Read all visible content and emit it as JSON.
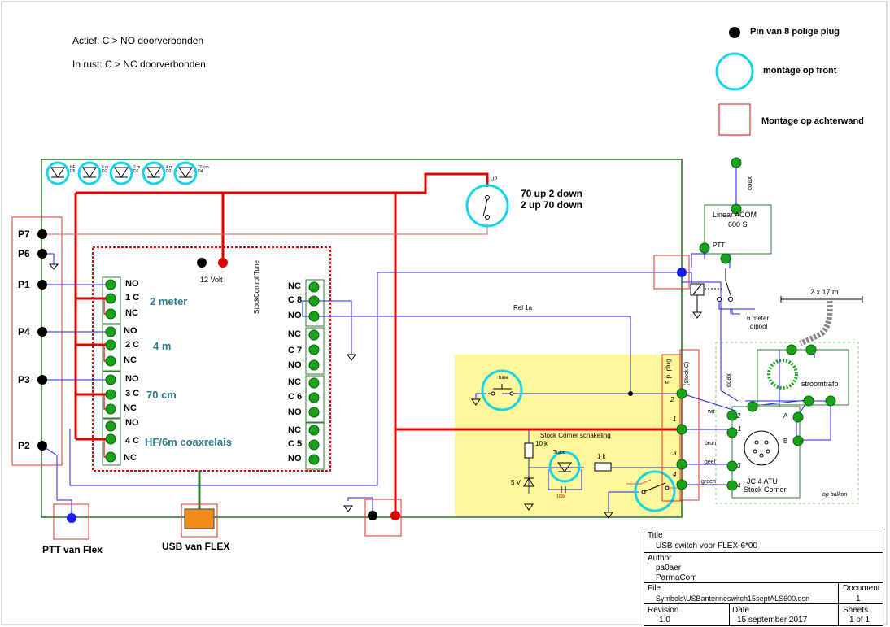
{
  "notes": {
    "actief": "Actief: C > NO doorverbonden",
    "in_rust": "In rust: C > NC doorverbonden"
  },
  "legend": {
    "pin": "Pin van 8 polige plug",
    "front": "montage op front",
    "back": "Montage op achterwand"
  },
  "pins": [
    "P7",
    "P6",
    "P1",
    "P4",
    "P3",
    "P2"
  ],
  "left_relays": [
    {
      "no": "NO",
      "c": "1 C",
      "nc": "NC",
      "band": "2 meter"
    },
    {
      "no": "NO",
      "c": "2 C",
      "nc": "NC",
      "band": "4 m"
    },
    {
      "no": "NO",
      "c": "3 C",
      "nc": "NC",
      "band": "70 cm"
    },
    {
      "no": "NO",
      "c": "4 C",
      "nc": "NC",
      "band": "HF/6m coaxrelais"
    }
  ],
  "right_relays": [
    {
      "nc": "NC",
      "c": "C 8",
      "no": "NO"
    },
    {
      "nc": "NC",
      "c": "C 7",
      "no": "NO"
    },
    {
      "nc": "NC",
      "c": "C 6",
      "no": "NO"
    },
    {
      "nc": "NC",
      "c": "C 5",
      "no": "NO"
    }
  ],
  "labels": {
    "volt": "12 Volt",
    "stock_control": "StockControl Tune",
    "switch_70": "70 up 2 down",
    "switch_2": "2 up 70 down",
    "rel": "Rel 1a",
    "ptt_flex": "PTT van Flex",
    "usb_flex": "USB van FLEX",
    "coax1": "coax",
    "coax2": "coax",
    "linear": "Linear ACOM",
    "linear2": "600 S",
    "ptt": "PTT",
    "dipool1": "6 meter",
    "dipool2": "dipool",
    "antenna": "2 x 17 m",
    "stroomtrafo": "stroomtrafo",
    "atu1": "JC 4 ATU",
    "atu2": "Stock Corner",
    "balkon": "op balkon",
    "stock_corner": "Stock Corner schakeling",
    "tune": "tune",
    "tune2": "Tune",
    "r10k": "10 k",
    "r1k": "1 k",
    "v5": "5 V",
    "c100": "100k",
    "plug": "5 p. plug",
    "stock_c": "(Stock C)",
    "a": "A",
    "bb": "B",
    "up": "UP"
  },
  "wire_labels": [
    "wit",
    "brun",
    "geel",
    "groen"
  ],
  "plug_numbers": [
    "2",
    "1",
    "3",
    "4"
  ],
  "atu_numbers": [
    "2",
    "1",
    "3",
    "4"
  ],
  "leds": [
    {
      "a": "HF",
      "b": "D5"
    },
    {
      "a": "6 m",
      "b": "D1"
    },
    {
      "a": "2 m",
      "b": "D2"
    },
    {
      "a": "4 m",
      "b": "D3"
    },
    {
      "a": "70 cm",
      "b": "D4"
    }
  ],
  "title_block": {
    "title_h": "Title",
    "title": "USB switch voor FLEX-6*00",
    "author_h": "Author",
    "author1": "pa0aer",
    "author2": "ParmaCom",
    "file_h": "File",
    "file": "Symbols\\USBantenneswitch15septALS600.dsn",
    "document_h": "Document",
    "document": "1",
    "revision_h": "Revision",
    "revision": "1.0",
    "date_h": "Date",
    "date": "15 september 2017",
    "sheets_h": "Sheets",
    "sheets": "1 of 1"
  },
  "colors": {
    "board": "#2e7d32",
    "power": "#e00000",
    "signal": "#1a1aff",
    "yellow": "#fff799",
    "cyan": "#19d3e6",
    "pin_green": "#19a319",
    "usb": "#f08c19"
  }
}
